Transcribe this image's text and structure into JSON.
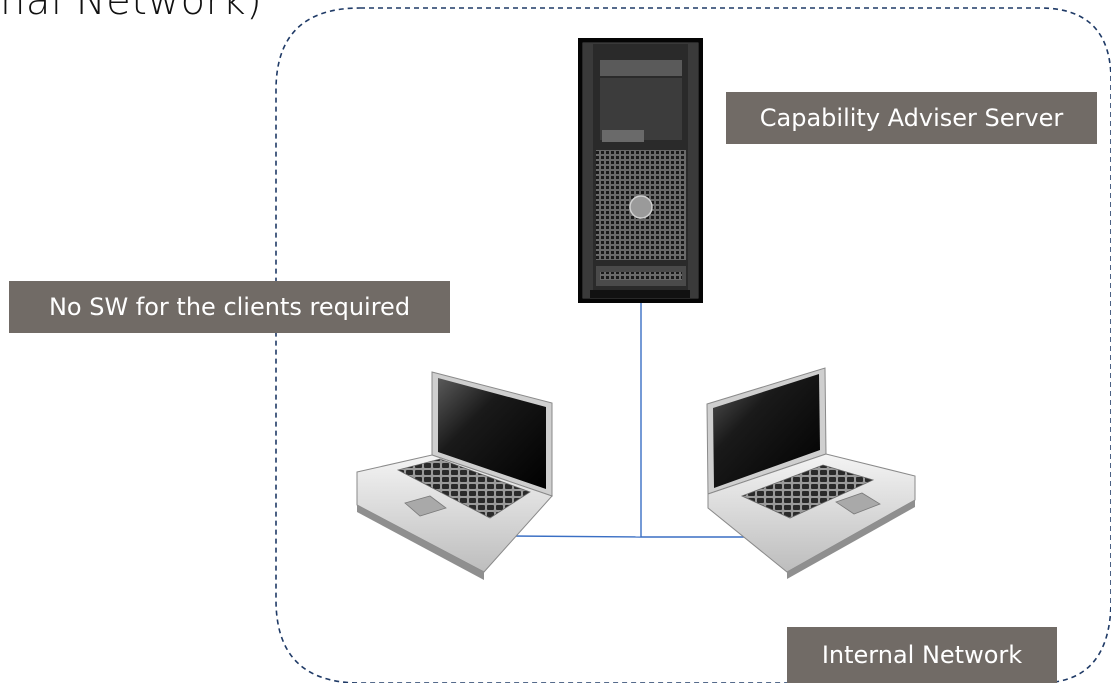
{
  "title_fragment": "nal Network)",
  "labels": {
    "server": "Capability Adviser Server",
    "clients": "No SW for the clients required",
    "network": "Internal Network"
  },
  "icons": {
    "server": "tower-server-icon",
    "laptop_left": "laptop-icon",
    "laptop_right": "laptop-icon"
  },
  "colors": {
    "label_bg": "#716b66",
    "label_text": "#ffffff",
    "boundary": "#1f3a66",
    "connection": "#3a6fc4"
  }
}
